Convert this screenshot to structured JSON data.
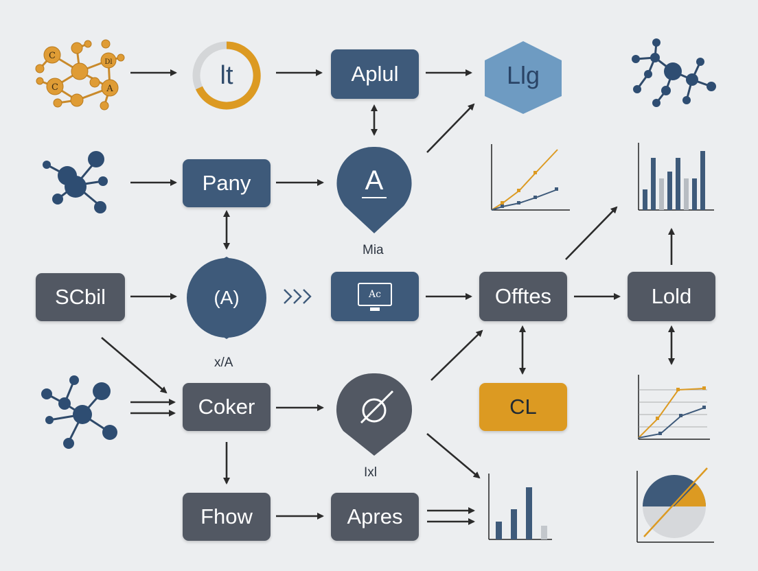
{
  "diagram": {
    "nodes": {
      "top_ring": "lt",
      "aplul": "Aplul",
      "llg": "Llg",
      "pany": "Pany",
      "a_pin": "A",
      "scbil": "SCbil",
      "a_circle": "(A)",
      "ac": "Ac",
      "offtes": "Offtes",
      "lold": "Lold",
      "coker": "Coker",
      "cl": "CL",
      "fhow": "Fhow",
      "apres": "Apres"
    },
    "captions": {
      "mia": "Mia",
      "xi_a": "x/A",
      "ixl": "Ixl"
    },
    "molecule_labels": [
      "C",
      "C",
      "Dl",
      "A"
    ]
  },
  "colors": {
    "blue": "#3e5a7a",
    "slate": "#525863",
    "amber": "#dc9a22",
    "light_blue": "#6e9bc2",
    "arrow": "#2b2b2b"
  }
}
